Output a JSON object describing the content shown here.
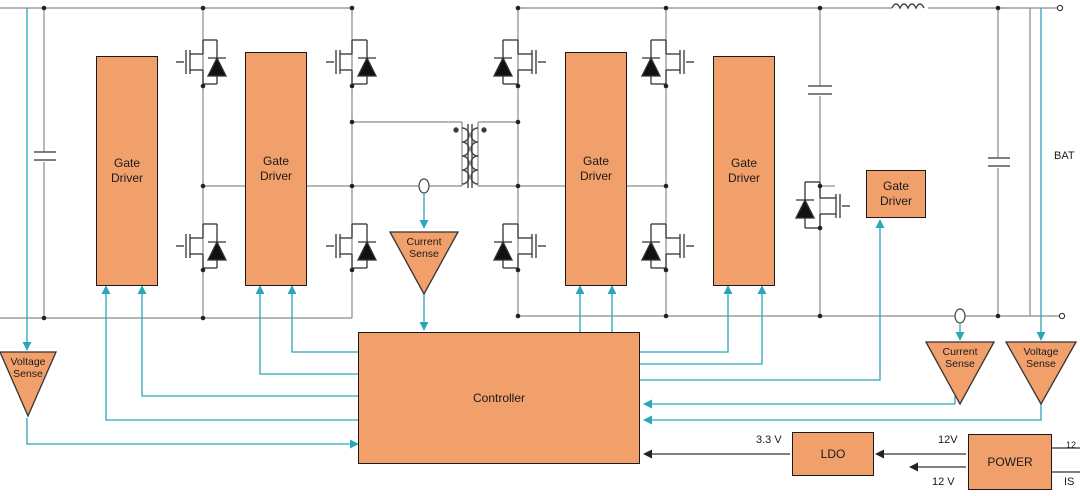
{
  "blocks": {
    "gate_driver_1": "Gate\nDriver",
    "gate_driver_2": "Gate\nDriver",
    "gate_driver_3": "Gate\nDriver",
    "gate_driver_4": "Gate\nDriver",
    "gate_driver_5": "Gate\nDriver",
    "controller": "Controller",
    "ldo": "LDO",
    "power": "POWER"
  },
  "sensors": {
    "current_sense_1": "Current\nSense",
    "current_sense_2": "Current\nSense",
    "voltage_sense_1": "Voltage\nSense",
    "voltage_sense_2": "Voltage\nSense"
  },
  "labels": {
    "bat": "BAT",
    "ldo_out": "3.3 V",
    "ldo_in": "12V",
    "power_out": "12 V",
    "edge_top": "12",
    "edge_bottom": "IS"
  },
  "colors": {
    "block_fill": "#f2a06b",
    "signal": "#2aa6b8",
    "wire": "#888888"
  }
}
